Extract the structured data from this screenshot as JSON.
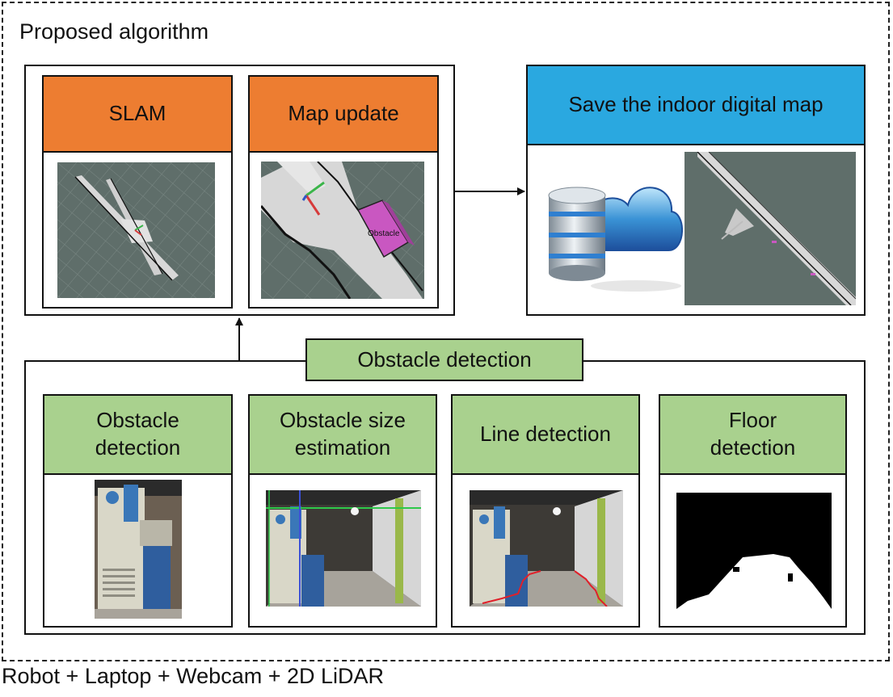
{
  "diagram": {
    "title": "Proposed algorithm",
    "footer": "Robot + Laptop + Webcam + 2D LiDAR",
    "top": {
      "slam": {
        "label": "SLAM"
      },
      "map_update": {
        "label": "Map update",
        "obstacle_tag": "Obstacle"
      },
      "save_map": {
        "label": "Save the indoor digital map"
      }
    },
    "bottom": {
      "group_label": "Obstacle detection",
      "steps": [
        {
          "line1": "Obstacle",
          "line2": "detection"
        },
        {
          "line1": "Obstacle size",
          "line2": "estimation"
        },
        {
          "line1": "Line detection",
          "line2": ""
        },
        {
          "line1": "Floor",
          "line2": "detection"
        }
      ]
    },
    "colors": {
      "slam_header": "#ed7d31",
      "save_header": "#2aa8e0",
      "detection_header": "#a9d18e",
      "map_background": "#5f6e6a",
      "obstacle_marker": "#c957c1"
    },
    "icons": [
      "cloud-database-icon"
    ]
  }
}
